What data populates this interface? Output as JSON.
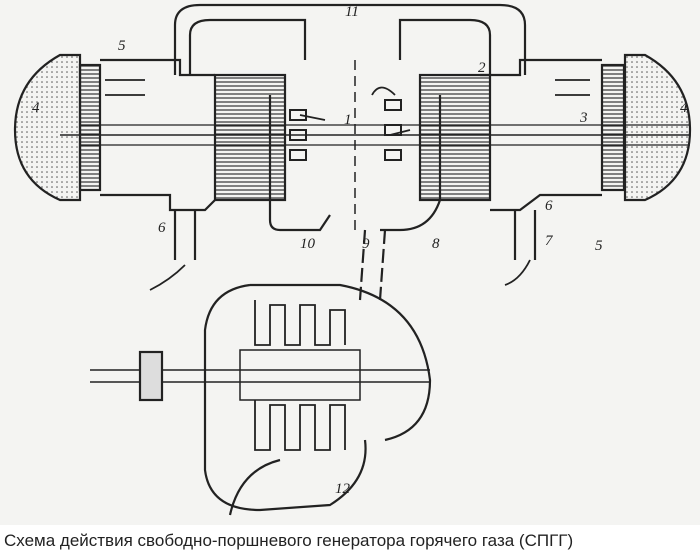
{
  "caption": "Схема действия свободно-поршневого генератора горячего газа (СПГГ)",
  "labels": {
    "l1": "1",
    "l2": "2",
    "l3": "3",
    "l4a": "4",
    "l4b": "4",
    "l5a": "5",
    "l5b": "5",
    "l6a": "6",
    "l6b": "6",
    "l7": "7",
    "l8": "8",
    "l9": "9",
    "l10": "10",
    "l11": "11",
    "l12": "12"
  }
}
